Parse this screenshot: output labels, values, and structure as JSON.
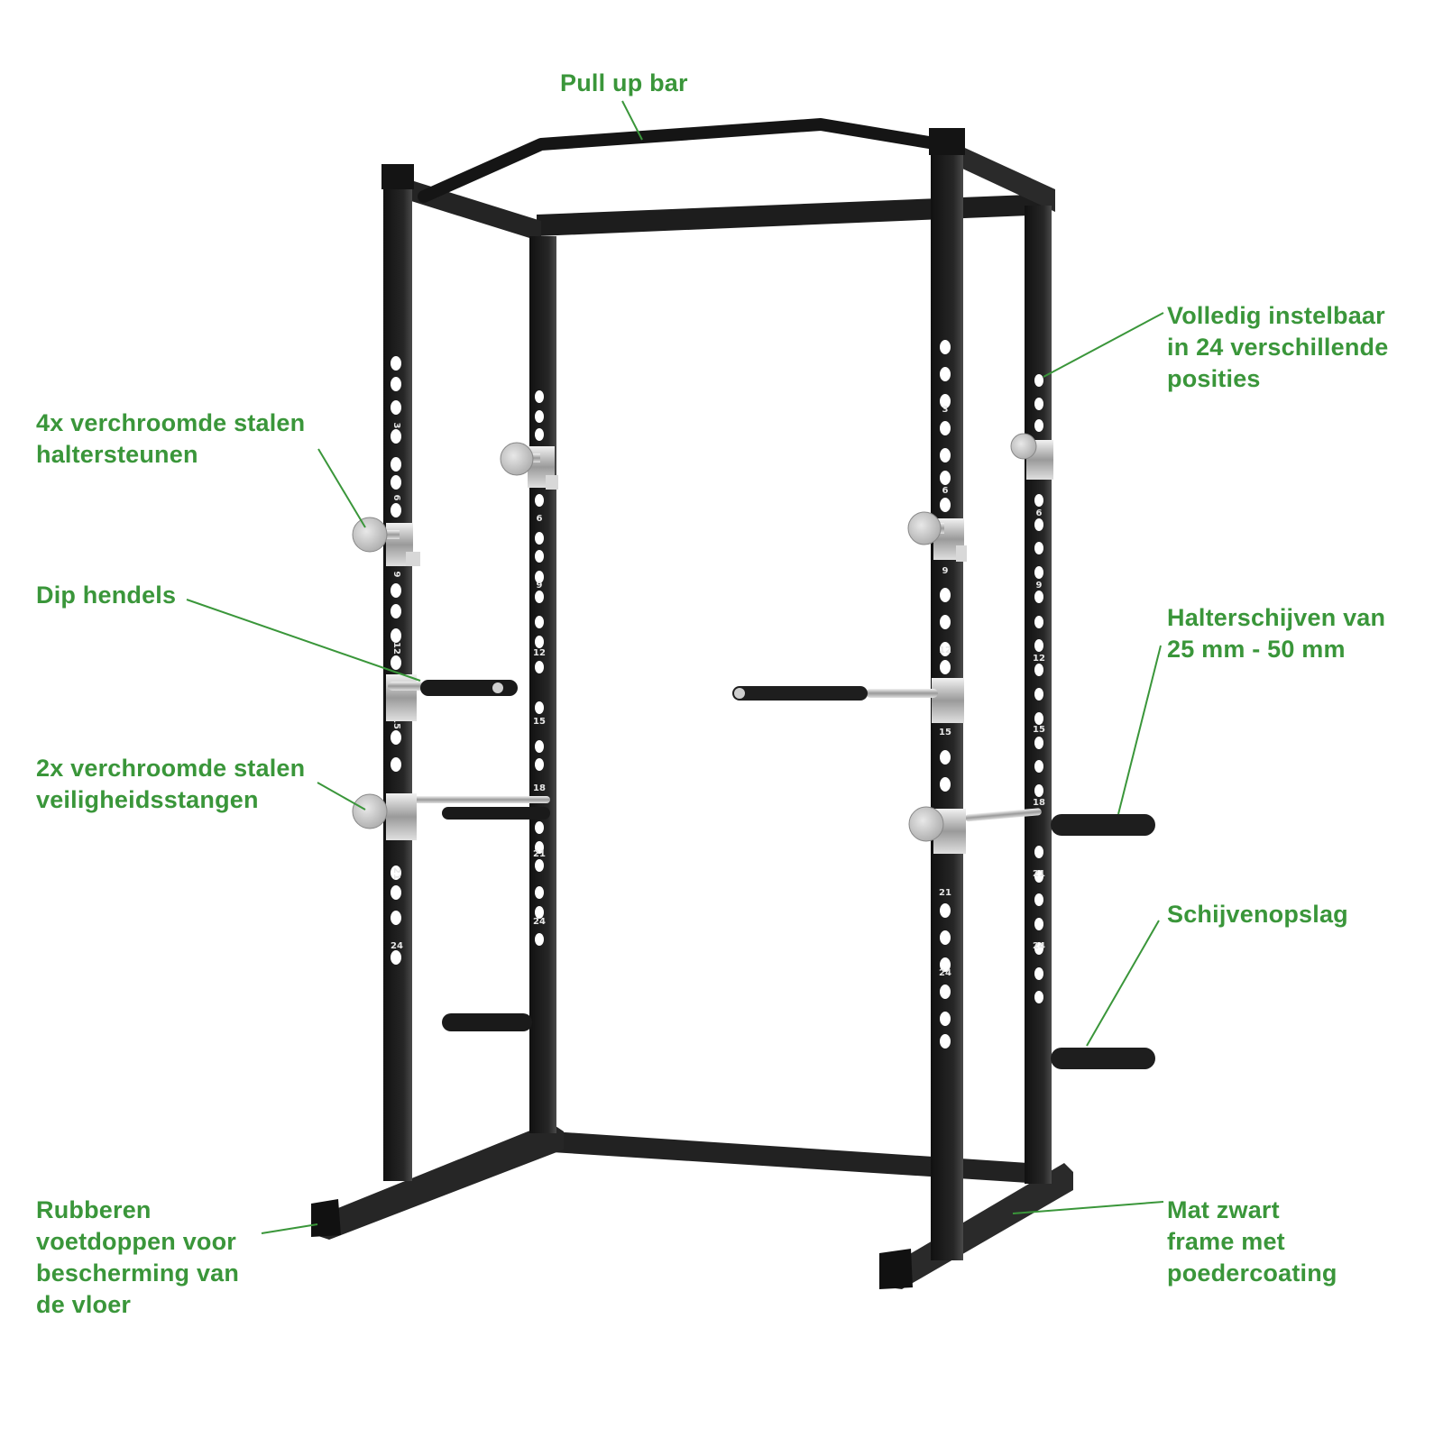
{
  "diagram": {
    "subject": "Power rack",
    "accent_color": "#3a963a",
    "frame_color": "#1c1c1c",
    "chrome_color": "#c9c9c9",
    "labels": {
      "pull_up_bar": {
        "lines": [
          "Pull up bar"
        ]
      },
      "adjustable": {
        "lines": [
          "Volledig instelbaar",
          "in 24 verschillende",
          "posities"
        ]
      },
      "bar_holders": {
        "lines": [
          "4x verchroomde stalen",
          "haltersteunen"
        ]
      },
      "dip_handles": {
        "lines": [
          "Dip hendels"
        ]
      },
      "safety_bars": {
        "lines": [
          "2x verchroomde stalen",
          "veiligheidsstangen"
        ]
      },
      "plate_size": {
        "lines": [
          "Halterschijven van",
          "25 mm - 50 mm"
        ]
      },
      "plate_storage": {
        "lines": [
          "Schijvenopslag"
        ]
      },
      "rubber_feet": {
        "lines": [
          "Rubberen",
          "voetdoppen voor",
          "bescherming van",
          "de vloer"
        ]
      },
      "frame_finish": {
        "lines": [
          "Mat zwart",
          "frame met",
          "poedercoating"
        ]
      }
    },
    "post_numbers": [
      "3",
      "6",
      "9",
      "12",
      "15",
      "18",
      "21",
      "24"
    ]
  }
}
